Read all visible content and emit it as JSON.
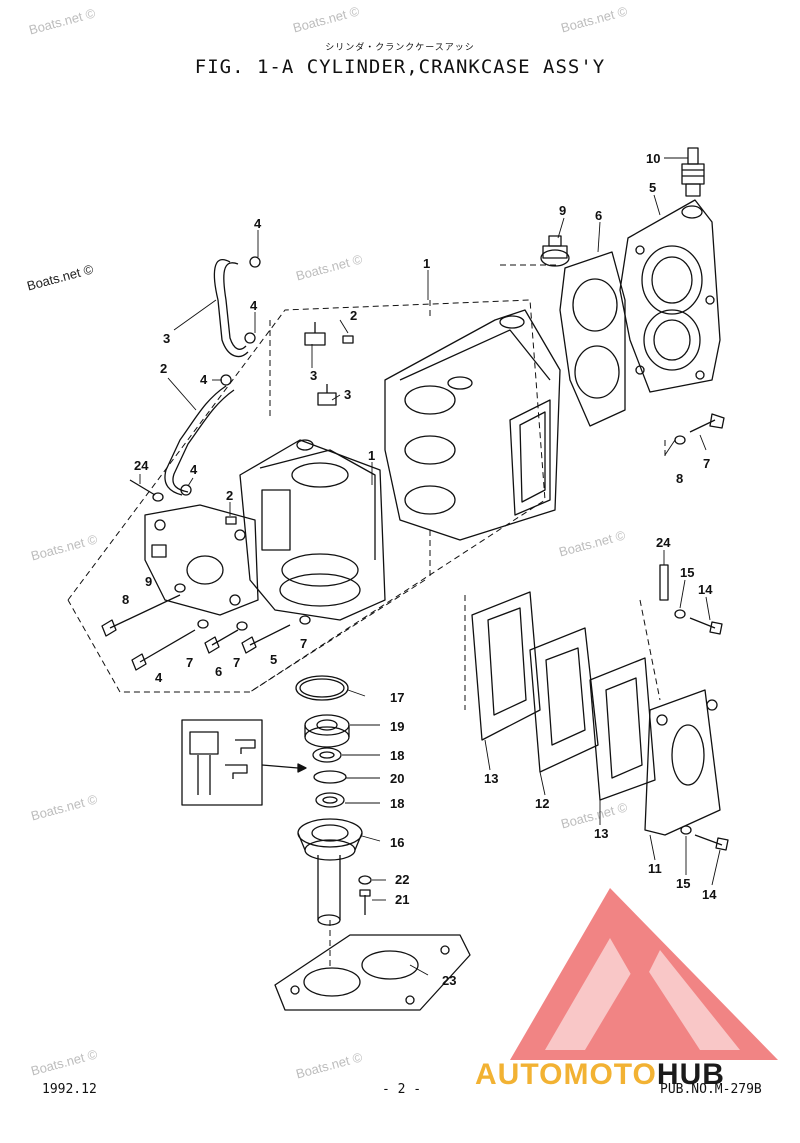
{
  "header": {
    "subtitle_jp": "シリンダ・クランクケースアッシ",
    "title": "FIG.  1-A CYLINDER,CRANKCASE ASS'Y"
  },
  "watermark": "Boats.net ©",
  "footer": {
    "date": "1992.12",
    "page": "- 2 -",
    "pub": "PUB.NO.M-279B"
  },
  "logo": {
    "part1": "AUTOMOTO",
    "part2": "HUB",
    "colors": {
      "triangle": "#ef6f6f",
      "text_accent": "#f2b233",
      "text_dark": "#1a1a1a"
    }
  },
  "callouts": [
    {
      "id": "c10",
      "label": "10"
    },
    {
      "id": "c5a",
      "label": "5"
    },
    {
      "id": "c9a",
      "label": "9"
    },
    {
      "id": "c6a",
      "label": "6"
    },
    {
      "id": "c4a",
      "label": "4"
    },
    {
      "id": "c1a",
      "label": "1"
    },
    {
      "id": "c4b",
      "label": "4"
    },
    {
      "id": "c3a",
      "label": "3"
    },
    {
      "id": "c2a",
      "label": "2"
    },
    {
      "id": "c3b",
      "label": "3"
    },
    {
      "id": "c2b",
      "label": "2"
    },
    {
      "id": "c4c",
      "label": "4"
    },
    {
      "id": "c3c",
      "label": "3"
    },
    {
      "id": "c1b",
      "label": "1"
    },
    {
      "id": "c24a",
      "label": "24"
    },
    {
      "id": "c4d",
      "label": "4"
    },
    {
      "id": "c2c",
      "label": "2"
    },
    {
      "id": "c9b",
      "label": "9"
    },
    {
      "id": "c8a",
      "label": "8"
    },
    {
      "id": "c7a",
      "label": "7"
    },
    {
      "id": "c8b",
      "label": "8"
    },
    {
      "id": "c7b",
      "label": "7"
    },
    {
      "id": "c6b",
      "label": "6"
    },
    {
      "id": "c7c",
      "label": "7"
    },
    {
      "id": "c5b",
      "label": "5"
    },
    {
      "id": "c7d",
      "label": "7"
    },
    {
      "id": "c4e",
      "label": "4"
    },
    {
      "id": "c17",
      "label": "17"
    },
    {
      "id": "c19",
      "label": "19"
    },
    {
      "id": "c18a",
      "label": "18"
    },
    {
      "id": "c20",
      "label": "20"
    },
    {
      "id": "c18b",
      "label": "18"
    },
    {
      "id": "c16",
      "label": "16"
    },
    {
      "id": "c22",
      "label": "22"
    },
    {
      "id": "c21",
      "label": "21"
    },
    {
      "id": "c23",
      "label": "23"
    },
    {
      "id": "c24b",
      "label": "24"
    },
    {
      "id": "c15a",
      "label": "15"
    },
    {
      "id": "c14a",
      "label": "14"
    },
    {
      "id": "c13a",
      "label": "13"
    },
    {
      "id": "c12",
      "label": "12"
    },
    {
      "id": "c13b",
      "label": "13"
    },
    {
      "id": "c11",
      "label": "11"
    },
    {
      "id": "c15b",
      "label": "15"
    },
    {
      "id": "c14b",
      "label": "14"
    }
  ]
}
